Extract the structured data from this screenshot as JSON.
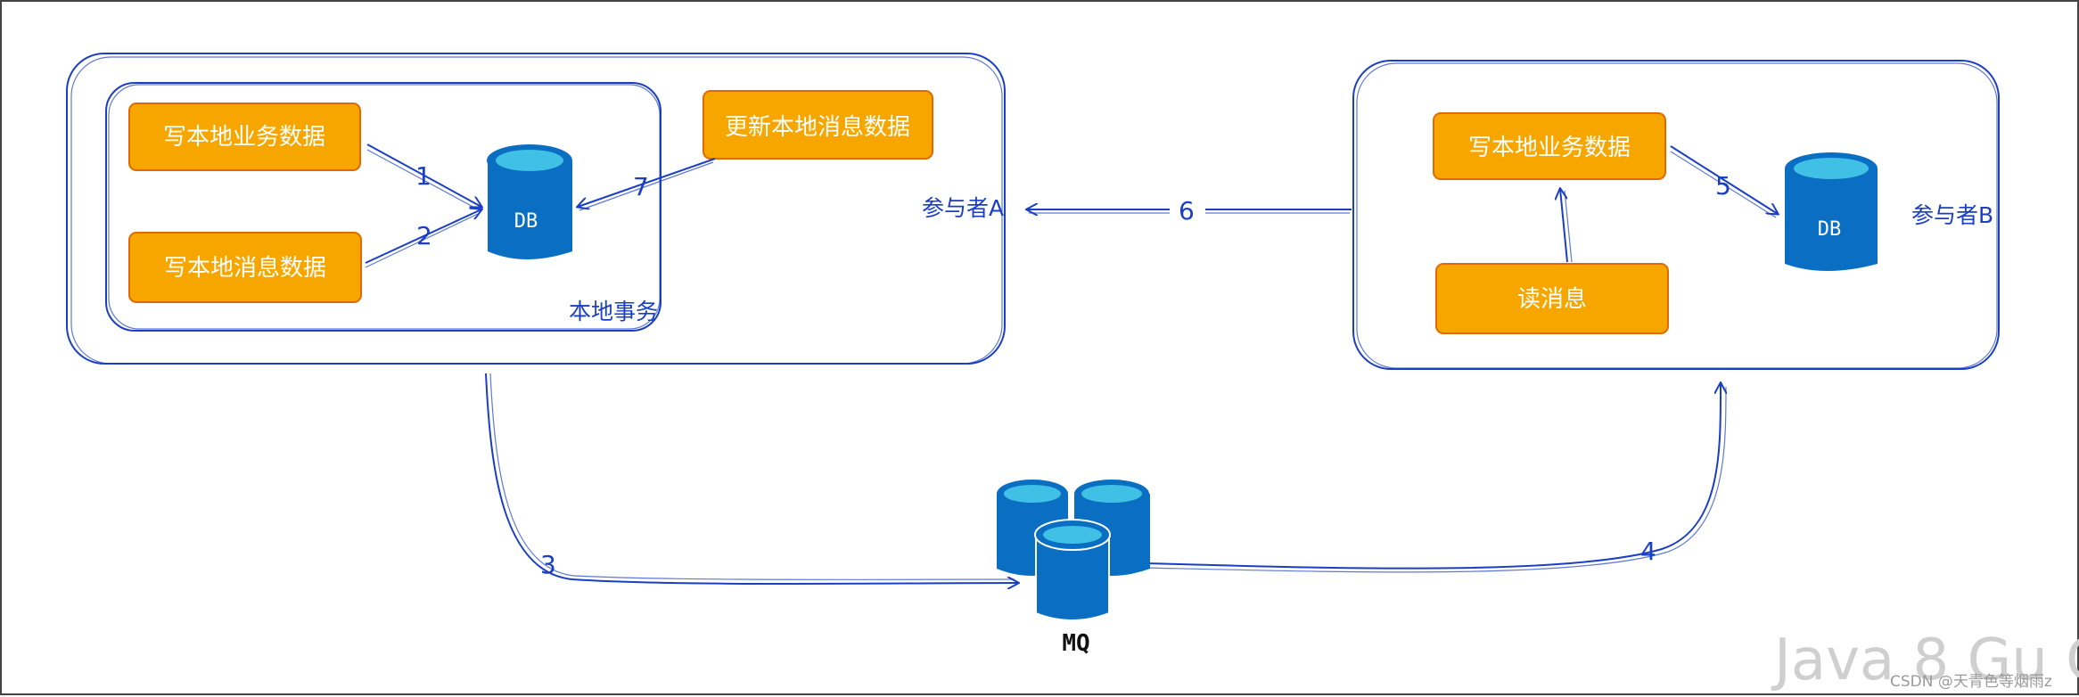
{
  "participant_a": {
    "label": "参与者A",
    "local_tx_label": "本地事务",
    "write_business": "写本地业务数据",
    "write_message": "写本地消息数据",
    "update_message": "更新本地消息数据",
    "db_label": "DB"
  },
  "participant_b": {
    "label": "参与者B",
    "write_business": "写本地业务数据",
    "read_message": "读消息",
    "db_label": "DB"
  },
  "mq": {
    "label": "MQ"
  },
  "steps": {
    "s1": "1",
    "s2": "2",
    "s3": "3",
    "s4": "4",
    "s5": "5",
    "s6": "6",
    "s7": "7"
  },
  "watermark": {
    "brand": "Java 8 Gu C",
    "credit": "CSDN @天青色等烟雨z"
  },
  "colors": {
    "box_fill": "#f7a600",
    "box_stroke": "#e06a00",
    "line": "#1a3fc4",
    "db_body": "#0a6fc2",
    "db_top": "#3fc0e4"
  }
}
